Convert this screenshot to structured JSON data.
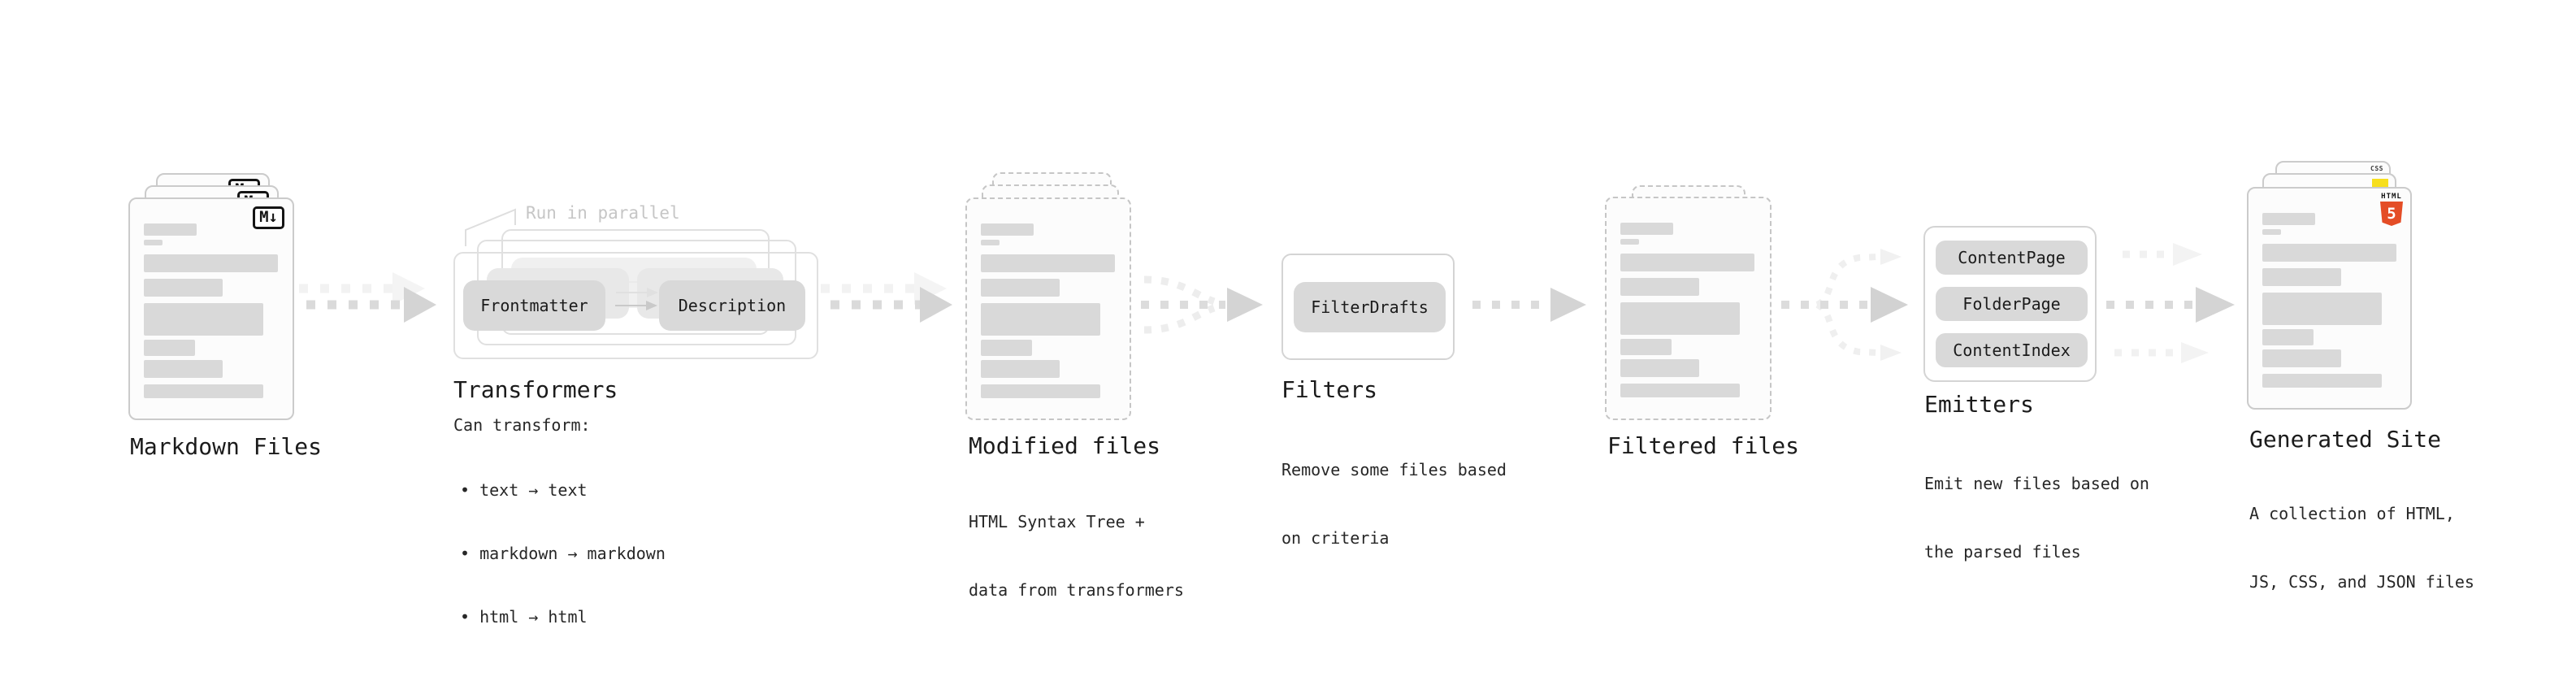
{
  "stages": {
    "markdown": {
      "label": "Markdown Files",
      "badge": "M↓"
    },
    "transformers": {
      "annotation": "Run in parallel",
      "pills": {
        "left": "Frontmatter",
        "right": "Description"
      },
      "title": "Transformers",
      "intro": "Can transform:",
      "bullets": [
        "• text → text",
        "• markdown → markdown",
        "• html → html"
      ]
    },
    "modified": {
      "title": "Modified files",
      "desc": [
        "HTML Syntax Tree +",
        "data from transformers"
      ]
    },
    "filters": {
      "pill": "FilterDrafts",
      "title": "Filters",
      "desc": [
        "Remove some files based",
        "on criteria"
      ]
    },
    "filtered": {
      "title": "Filtered files"
    },
    "emitters": {
      "pills": [
        "ContentPage",
        "FolderPage",
        "ContentIndex"
      ],
      "title": "Emitters",
      "desc": [
        "Emit new files based on",
        "the parsed files"
      ]
    },
    "generated": {
      "title": "Generated Site",
      "desc": [
        "A collection of HTML,",
        "JS, CSS, and JSON files"
      ],
      "badges": {
        "html_label": "HTML",
        "html_number": "5",
        "css_label": "CSS"
      }
    }
  },
  "colors": {
    "html5_orange": "#e44d26",
    "js_yellow": "#f7df1e",
    "css_blue": "#2760e5",
    "doc_bar_gray": "#d9d9d9",
    "pill_gray": "#d9d9d9",
    "annotation_gray": "#c6c6c6",
    "title_text": "#1b1b1b"
  }
}
